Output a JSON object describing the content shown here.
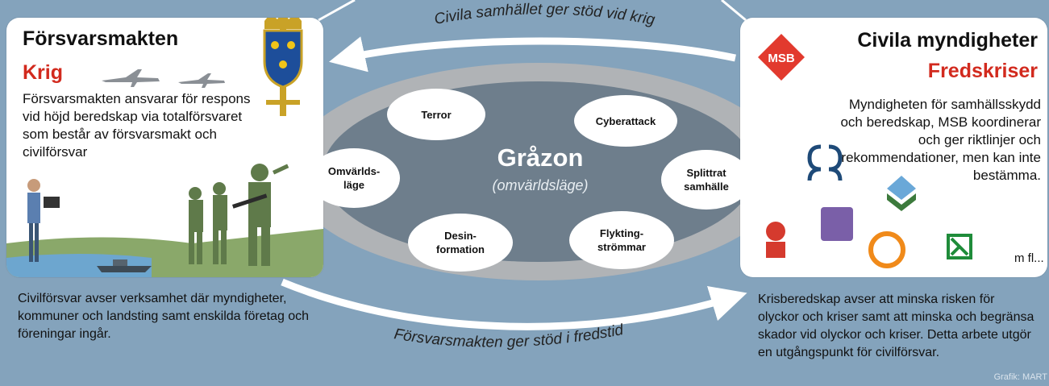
{
  "colors": {
    "background": "#84a3bc",
    "accent_red": "#d22a1e",
    "ring_gray": "#b0b3b6",
    "core_gray": "#6e7e8c",
    "card": "#ffffff"
  },
  "left_card": {
    "title": "Försvarsmakten",
    "subtitle": "Krig",
    "body": "Försvarsmakten ansvarar för respons vid höjd beredskap via totalförsvaret som består av försvarsmakt och civilförsvar"
  },
  "right_card": {
    "title": "Civila myndigheter",
    "subtitle": "Fredskriser",
    "body": "Myndigheten för samhällsskydd och beredskap, MSB koordinerar och ger riktlinjer och rekommendationer, men kan inte bestämma.",
    "msb_logo_text": "MSB",
    "more": "m fl..."
  },
  "arrows": {
    "top": "Civila samhället ger stöd vid krig",
    "bottom": "Försvarsmakten ger stöd i fredstid"
  },
  "center": {
    "title": "Gråzon",
    "subtitle": "(omvärldsläge)",
    "bubbles": {
      "terror": "Terror",
      "cyber": "Cyberattack",
      "omvarld": "Omvärlds-\nläge",
      "splittrat": "Splittrat\nsamhälle",
      "desinfo": "Desin-\nformation",
      "flykting": "Flykting-\nströmmar"
    }
  },
  "captions": {
    "left": "Civilförsvar avser verksamhet där myndigheter, kommuner och landsting samt enskilda företag och föreningar ingår.",
    "right": "Krisberedskap avser att minska risken för olyckor och kriser samt att minska och begränsa skador vid olyckor och kriser. Detta arbete utgör en utgångspunkt för civilförsvar."
  },
  "credit": "Grafik: MART",
  "icons": [
    "crown-emblem-icon",
    "fighter-jet-icon",
    "soldiers-illustration",
    "laptop-person-illustration",
    "patrol-boat-icon",
    "msb-logo-icon",
    "agency-logo-icon"
  ]
}
